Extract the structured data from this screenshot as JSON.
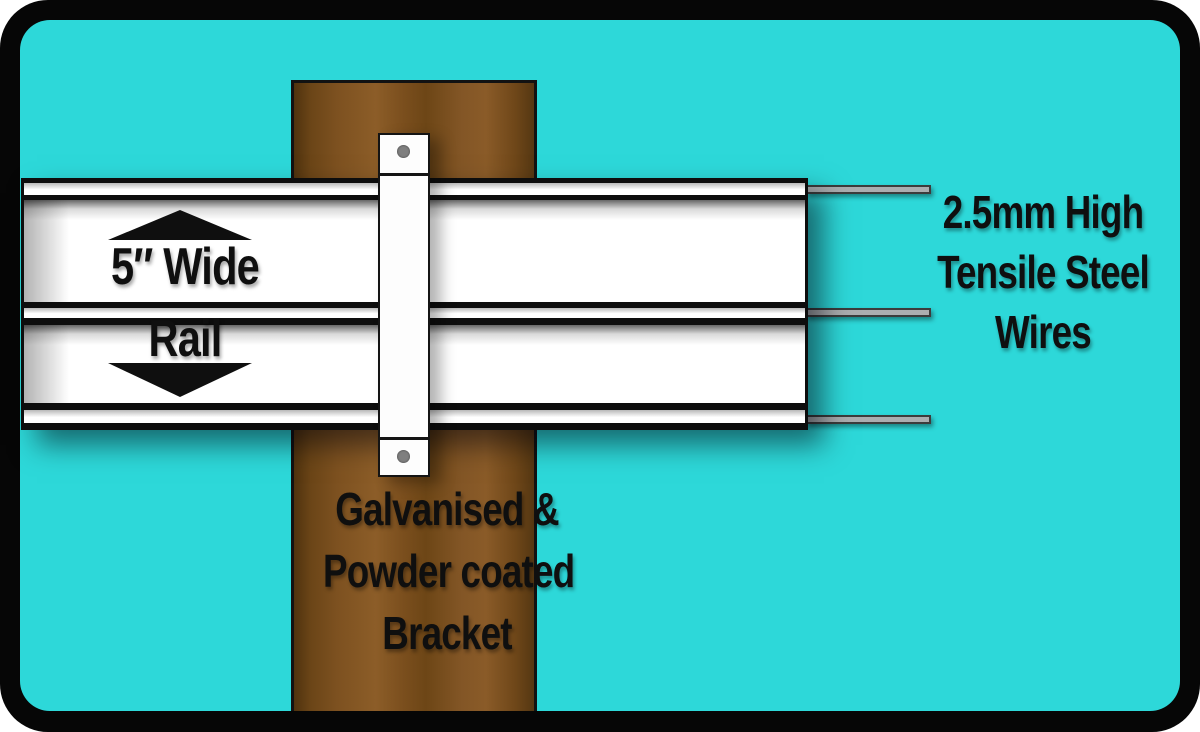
{
  "diagram": {
    "title_context": "fence rail assembly diagram",
    "rail_label": {
      "line1": "5″ Wide",
      "line2": "Rail"
    },
    "wires_label": {
      "line1": "2.5mm High",
      "line2": "Tensile Steel",
      "line3": "Wires"
    },
    "bracket_label": {
      "line1": "Galvanised &",
      "line2": "Powder coated",
      "line3": "Bracket"
    }
  },
  "icons": {
    "rail_width_up": "triangle-up-arrow",
    "rail_width_down": "triangle-down-arrow",
    "screws": "round-screw-head"
  },
  "colors": {
    "background": "#ffffff",
    "frame": "#060606",
    "panel-teal": "#2dd8d9",
    "post-dark": "#56370f",
    "post-light": "#8c5d28",
    "rail-line": "#0d0d0d",
    "wire-gray": "#abaeb0",
    "wire-edge": "#3c3c3c",
    "screw-gray": "#7f7f7f",
    "text-black": "#0f0f0f"
  }
}
